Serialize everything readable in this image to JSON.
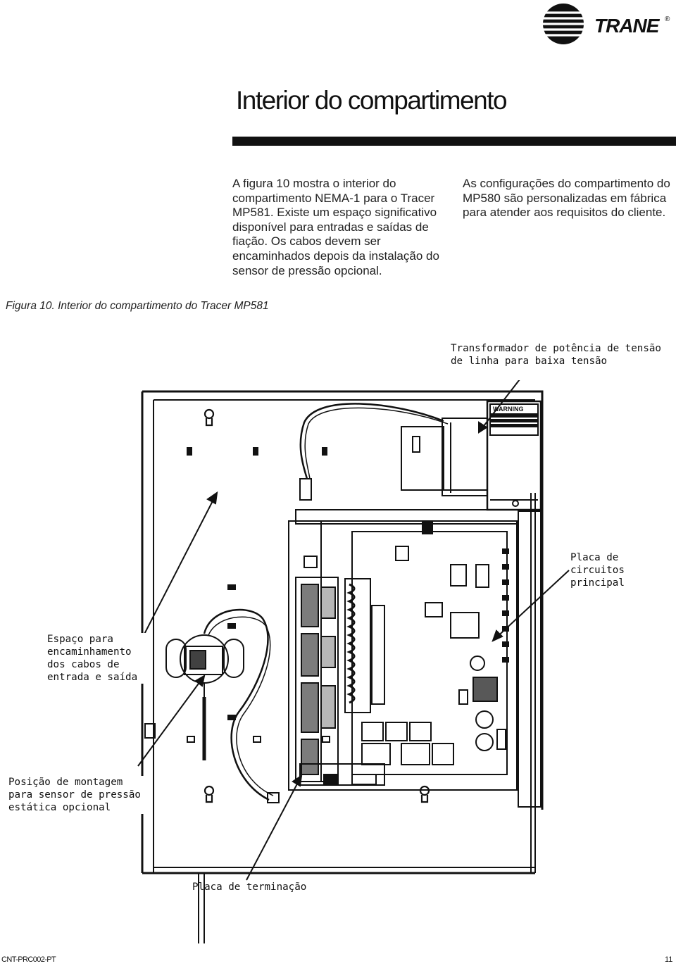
{
  "header": {
    "logo_text": "TRANE",
    "logo_mark": "®",
    "title": "Interior do compartimento"
  },
  "body": {
    "paragraph_left": "A figura 10 mostra o interior do compartimento NEMA-1 para o Tracer MP581. Existe um espaço significativo disponível para entradas e saídas de fiação. Os cabos devem ser encaminhados depois da instalação do sensor de pressão opcional.",
    "paragraph_right": "As configurações do compartimento do MP580 são personalizadas em fábrica para atender aos requisitos do cliente."
  },
  "figure": {
    "caption": "Figura 10. Interior do compartimento do Tracer MP581",
    "labels": {
      "transformer": "Transformador de potência de tensão de linha para baixa tensão",
      "main_board": "Placa de circuitos principal",
      "wire_routing": "Espaço para encaminhamento dos cabos de entrada e saída",
      "sensor_position": "Posição de montagem para sensor de pressão estática opcional",
      "termination_board": "Placa de terminação"
    },
    "warning_label": "WARNING"
  },
  "footer": {
    "doc_code": "CNT-PRC002-PT",
    "page_number": "11"
  }
}
